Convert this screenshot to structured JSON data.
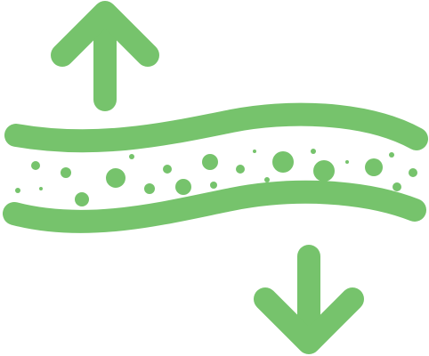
{
  "icon": {
    "name": "layered-membrane-with-bubbles-icon",
    "color": "#76c36c",
    "background": "#ffffff",
    "elements": [
      "arrow-up-icon",
      "wavy-band-top",
      "bubbles",
      "wavy-band-bottom",
      "arrow-down-icon"
    ]
  }
}
